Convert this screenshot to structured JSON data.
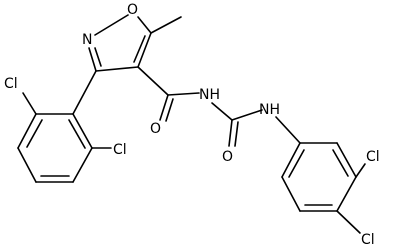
{
  "atoms": {
    "ring_o": "O",
    "ring_n": "N",
    "carbonyl_o1": "O",
    "amide_nh": "NH",
    "carbonyl_o2": "O",
    "urea_nh": "NH",
    "cl_top_left": "Cl",
    "cl_bottom_left": "Cl",
    "cl_right_upper": "Cl",
    "cl_right_lower": "Cl"
  },
  "colors": {
    "bond": "#000000",
    "label": "#000000",
    "background": "#ffffff"
  }
}
